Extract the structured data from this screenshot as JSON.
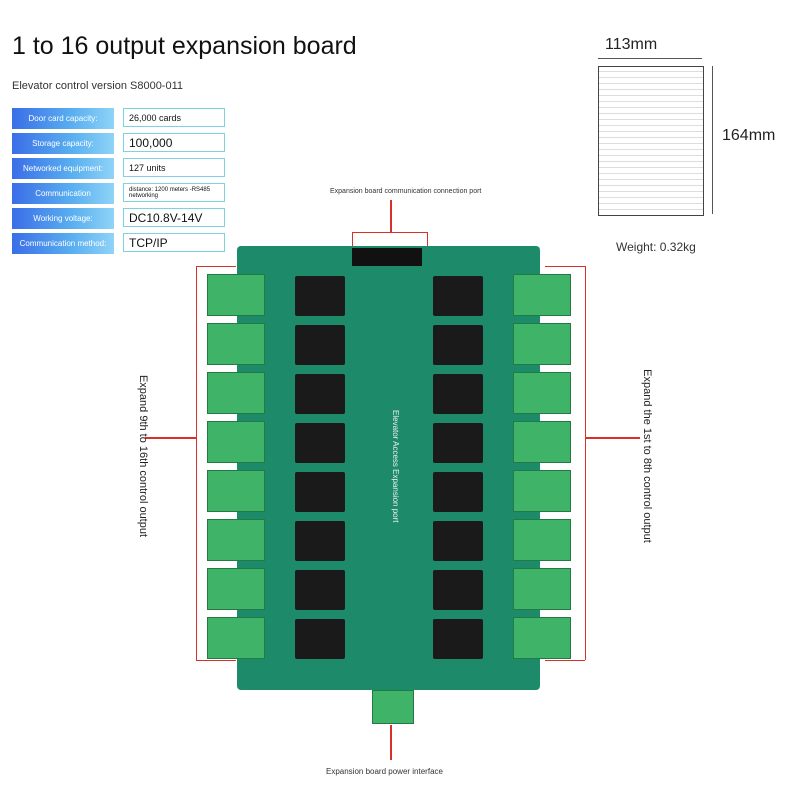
{
  "title": "1 to 16 output expansion board",
  "subtitle": "Elevator control version S8000-011",
  "specs": [
    {
      "label": "Door card capacity:",
      "value": "26,000 cards"
    },
    {
      "label": "Storage capacity:",
      "value": "100,000"
    },
    {
      "label": "Networked equipment:",
      "value": "127 units"
    },
    {
      "label": "Communication",
      "value": "distance: 1200 meters -RS485 networking"
    },
    {
      "label": "Working voltage:",
      "value": "DC10.8V-14V"
    },
    {
      "label": "Communication method:",
      "value": "TCP/IP"
    }
  ],
  "dimensions": {
    "width": "113mm",
    "height": "164mm",
    "weight": "Weight: 0.32kg"
  },
  "annotations": {
    "top": "Expansion board communication connection port",
    "left": "Expand 9th to 16th control output",
    "right": "Expand the 1st to 8th control output",
    "bottom": "Expansion board power interface"
  },
  "board_text": "Elevator Access Expansion port",
  "colors": {
    "accent": "#d9302a",
    "board": "#1d8a6a",
    "terminal": "#3fb368"
  }
}
